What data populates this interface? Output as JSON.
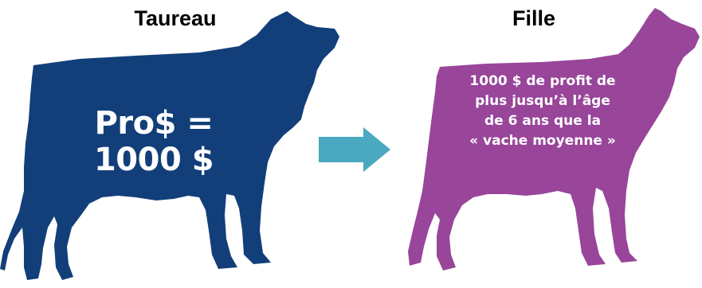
{
  "bull": {
    "title": "Taureau",
    "value_text": "Pro$ = 1000 $",
    "color": "#123f7a"
  },
  "daughter": {
    "title": "Fille",
    "lines": [
      "1000 $ de profit de",
      "plus jusqu’à l’âge",
      "de 6 ans que la",
      "« vache moyenne »"
    ],
    "color": "#98459a"
  },
  "arrow": {
    "color": "#4aa9c0",
    "icon": "right-arrow-icon"
  }
}
